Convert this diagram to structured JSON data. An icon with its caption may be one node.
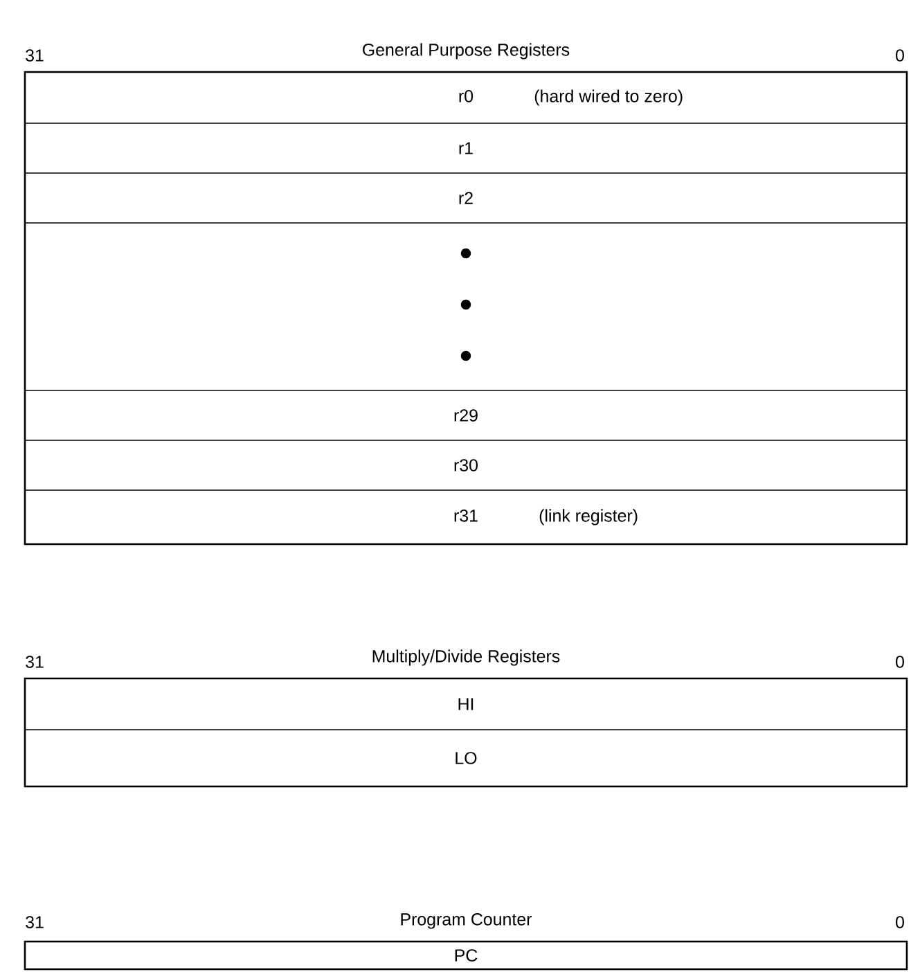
{
  "diagram": {
    "nodes": [
      {
        "text": [
          "General Purpose Registers"
        ]
      },
      {
        "text": [
          "r0",
          "(hard wired to zero)"
        ],
        "in": 0
      },
      {
        "text": [
          "r1"
        ],
        "in": 0
      },
      {
        "text": [
          "r2"
        ],
        "in": 0
      },
      {
        "text": [],
        "shape": "box",
        "in": 0
      },
      {
        "text": [
          "r29"
        ],
        "in": 0
      },
      {
        "text": [
          "r30"
        ],
        "in": 0
      },
      {
        "text": [
          "r31",
          "(link register)"
        ],
        "in": 0
      },
      {
        "text": [
          "Multiply/Divide Registers"
        ]
      },
      {
        "text": [
          "HI"
        ],
        "in": 8
      },
      {
        "text": [
          "LO"
        ],
        "in": 8
      },
      {
        "text": [
          "Program Counter"
        ]
      },
      {
        "text": [
          "PC"
        ],
        "in": 11
      }
    ],
    "edges": [],
    "labels": [
      "31",
      "0",
      "31",
      "0",
      "31",
      "0"
    ]
  }
}
